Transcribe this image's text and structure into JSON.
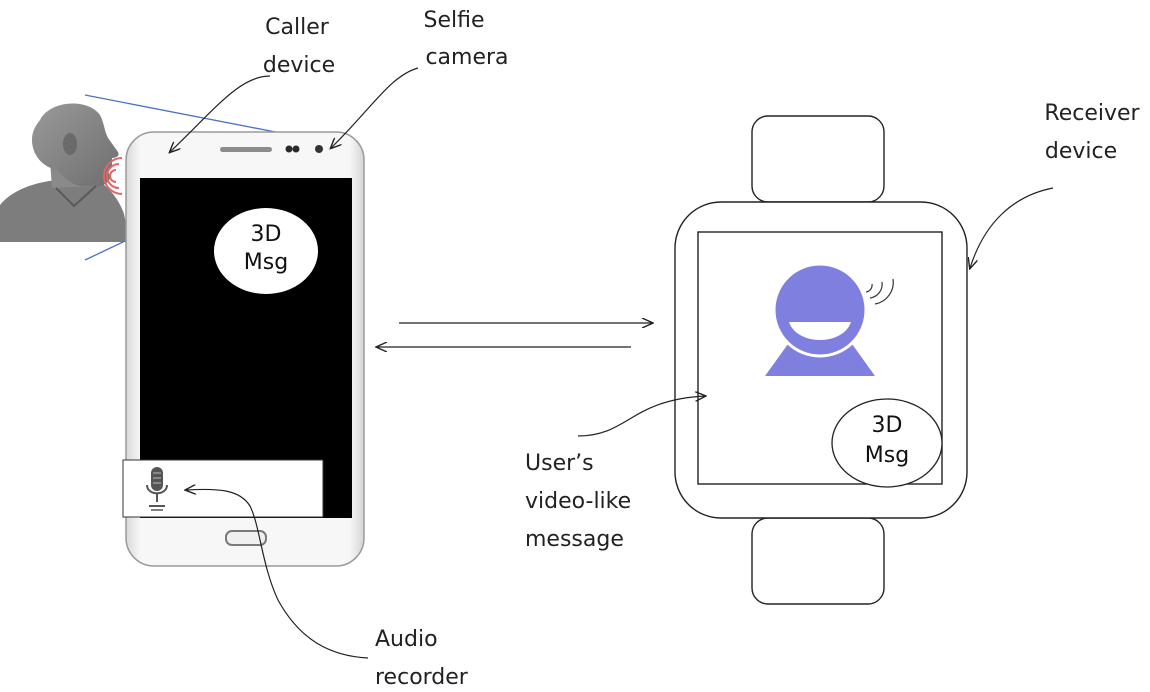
{
  "labels": {
    "caller_line1": "Caller",
    "caller_line2": "device",
    "selfie_line1": "Selfie",
    "selfie_line2": "camera",
    "receiver_line1": "Receiver",
    "receiver_line2": "device",
    "user_msg_line1": "User’s",
    "user_msg_line2": "video-like",
    "user_msg_line3": "message",
    "audio_line1": "Audio",
    "audio_line2": "recorder"
  },
  "phone_bubble": {
    "line1": "3D",
    "line2": "Msg"
  },
  "watch_bubble": {
    "line1": "3D",
    "line2": "Msg"
  },
  "icons": {
    "speaker": "person-speaking-icon",
    "mic": "microphone-icon",
    "avatar": "avatar-icon",
    "waves": "sound-waves-icon"
  },
  "colors": {
    "avatar": "#7f7fe0",
    "speech_waves": "#e06666",
    "sight_lines": "#4a72c4",
    "phone_screen": "#000000"
  }
}
